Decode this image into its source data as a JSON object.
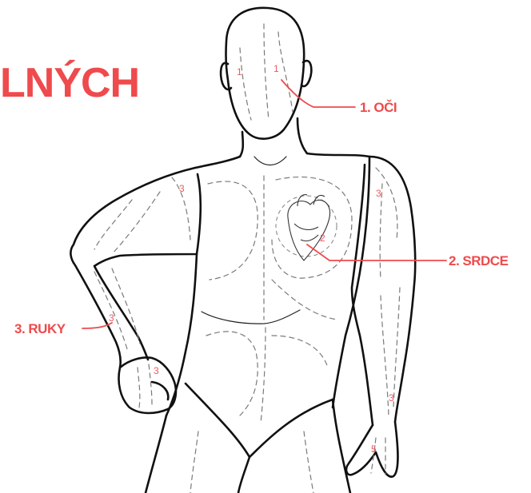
{
  "title": "LNÝCH",
  "colors": {
    "accent": "#ef4a4c",
    "line": "#111111",
    "dash": "#7a7a7a"
  },
  "callouts": [
    {
      "id": "oci",
      "label": "1. OČI"
    },
    {
      "id": "srdce",
      "label": "2. SRDCE"
    },
    {
      "id": "ruky",
      "label": "3. RUKY"
    }
  ],
  "region_numbers": {
    "eye_left": "1",
    "eye_right": "1",
    "heart": "2",
    "shoulder_left": "3",
    "shoulder_right": "3",
    "forearm_left": "3",
    "fist_left": "3",
    "forearm_right": "3",
    "hand_right": "5"
  }
}
